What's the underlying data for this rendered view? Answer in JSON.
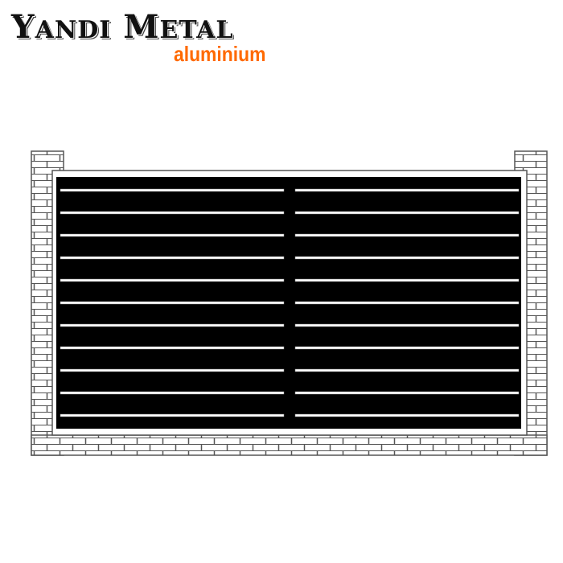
{
  "logo": {
    "brand": "Yandi Metal",
    "brand_first_initial": "Y",
    "brand_first_rest": "ANDI",
    "brand_second_initial": "M",
    "brand_second_rest": "ETAL",
    "subtitle": "aluminium",
    "subtitle_color": "#ff6a00"
  },
  "gate": {
    "slat_count_per_leaf": 11,
    "leaves": 2,
    "panel_color": "#000000"
  }
}
